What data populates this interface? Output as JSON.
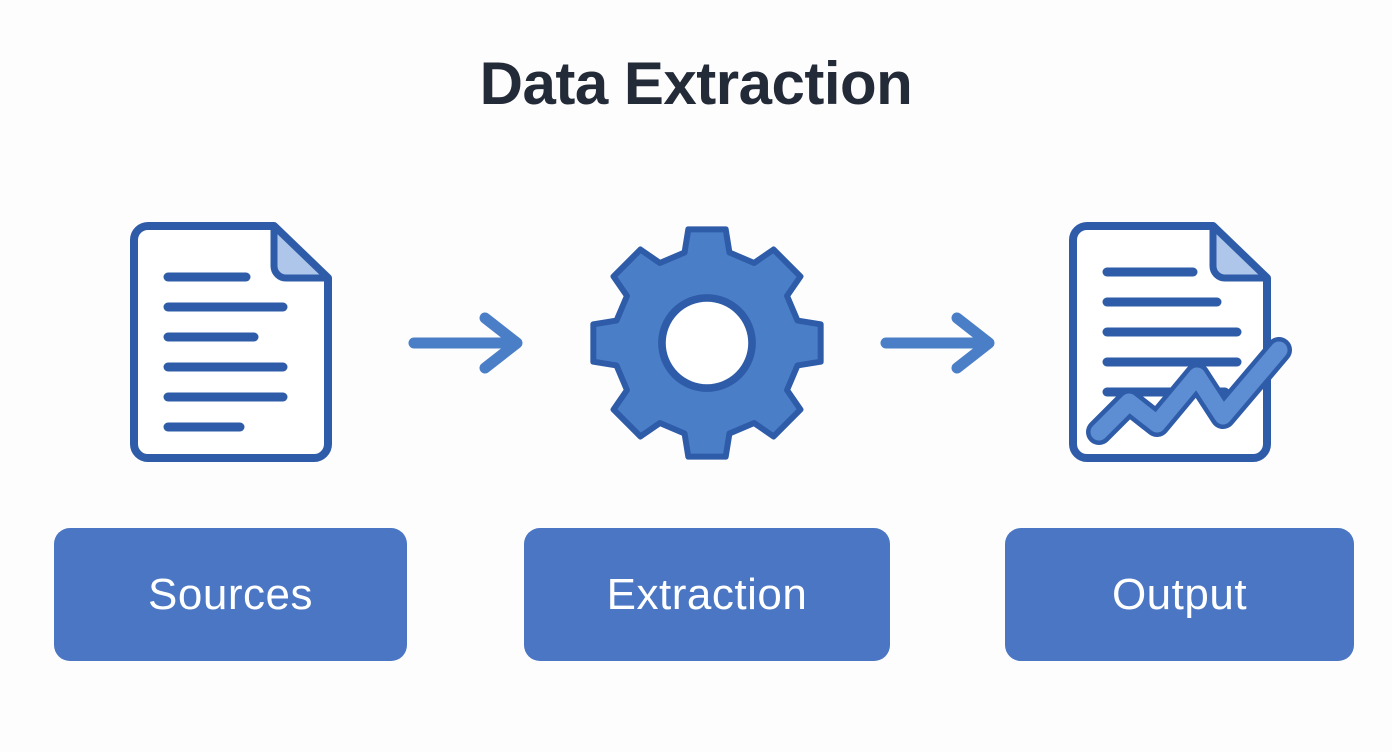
{
  "page": {
    "title": "Data Extraction",
    "background_color": "#fdfdfd",
    "title_color": "#242b38"
  },
  "palette": {
    "icon_stroke": "#2f5ca8",
    "icon_fill": "#4a7fc8",
    "fold_fill": "#adc6ea",
    "arrow_color": "#4a7fc8",
    "button_fill": "#4a76c4",
    "button_text": "#ffffff",
    "paper_fill": "#ffffff"
  },
  "flow": {
    "steps": [
      {
        "id": "sources",
        "icon": "document-lines-icon",
        "label": "Sources"
      },
      {
        "id": "extraction",
        "icon": "gear-icon",
        "label": "Extraction"
      },
      {
        "id": "output",
        "icon": "document-chart-icon",
        "label": "Output"
      }
    ],
    "connectors": [
      {
        "id": "connector-1",
        "icon": "arrow-right-icon"
      },
      {
        "id": "connector-2",
        "icon": "arrow-right-icon"
      }
    ]
  },
  "icon_details": {
    "document_lines": {
      "line_count": 6,
      "line_lengths": [
        "short",
        "long",
        "medium",
        "long",
        "long",
        "short"
      ],
      "has_folded_corner": true,
      "fold_position": "top-right"
    },
    "gear": {
      "teeth": 8,
      "has_center_hole": true
    },
    "document_chart": {
      "line_count": 5,
      "has_folded_corner": true,
      "fold_position": "top-right",
      "overlay": "upward-zigzag-trend-arrow"
    }
  }
}
